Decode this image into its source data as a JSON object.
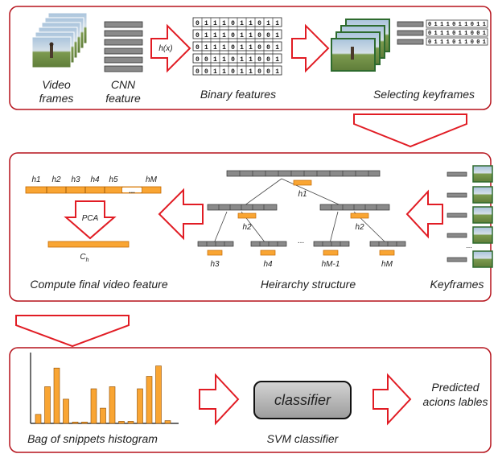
{
  "stage1": {
    "video_frames": [
      "Video",
      "frames"
    ],
    "cnn_feature": [
      "CNN",
      "feature"
    ],
    "hash_label": "h(x)",
    "binary_features": "Binary features",
    "selecting_keyframes": "Selecting keyframes",
    "binary_rows": [
      "0 1 1 1 0 1 1 0 1 1",
      "0 1 1 1 0 1 1 0 0 1",
      "0 1 1 1 0 1 1 0 0 1",
      "0 0 1 1 0 1 1 0 0 1",
      "0 0 1 1 0 1 1 0 0 1"
    ],
    "selected_rows": [
      "0 1 1 1 0 1 1 0 1 1",
      "0 1 1 1 0 1 1 0 0 1",
      "0 1 1 1 0 1 1 0 0 1"
    ]
  },
  "stage2": {
    "compute_final": "Compute final video feature",
    "hierarchy": "Heirarchy structure",
    "keyframes": "Keyframes",
    "pca": "PCA",
    "ch": "C",
    "ch_sub": "h",
    "h_labels": [
      "h1",
      "h2",
      "h3",
      "h4",
      "h5",
      "hM"
    ],
    "tree_h1": "h1",
    "tree_h2a": "h2",
    "tree_h2b": "h2",
    "tree_h3": "h3",
    "tree_h4": "h4",
    "tree_hm1": "hM-1",
    "tree_hm": "hM",
    "ellipsis": "...",
    "dots": "..."
  },
  "stage3": {
    "histogram_caption": "Bag of snippets histogram",
    "svm_caption": "SVM classifier",
    "classifier": "classifier",
    "predicted": [
      "Predicted",
      "acions lables"
    ],
    "histogram_values": [
      0.13,
      0.53,
      0.8,
      0.35,
      0.02,
      0.02,
      0.5,
      0.22,
      0.53,
      0.03,
      0.03,
      0.5,
      0.68,
      0.83,
      0.04
    ]
  },
  "colors": {
    "border": "#b5121b",
    "arrow": "#e11c24",
    "orange": "#f9a533",
    "gray": "#8a8a8a",
    "dark": "#333333"
  }
}
